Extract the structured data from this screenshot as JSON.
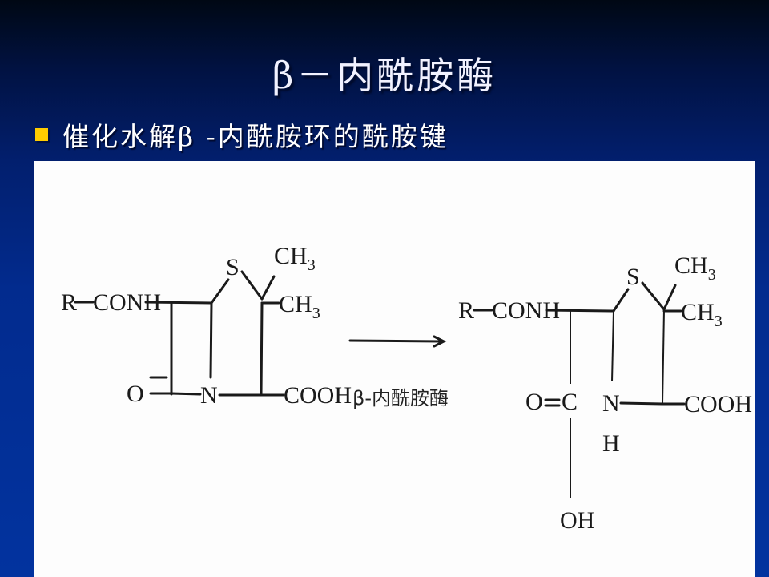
{
  "slide": {
    "title": "β－内酰胺酶",
    "bullets": [
      {
        "icon": "square-bullet-icon",
        "text": "催化水解β -内酰胺环的酰胺键"
      }
    ]
  },
  "figure": {
    "description": "β-lactamase hydrolysis of the β-lactam ring amide bond",
    "reactant": {
      "r_group": "R",
      "conh": "CONH",
      "sulfur": "S",
      "methyl_1": "CH",
      "methyl_1_sub": "3",
      "methyl_2": "CH",
      "methyl_2_sub": "3",
      "carbonyl_oxygen": "O",
      "nitrogen": "N",
      "carboxyl": "COOH"
    },
    "arrow": {
      "enzyme_label": "β-内酰胺酶"
    },
    "product": {
      "r_group": "R",
      "conh": "CONH",
      "sulfur": "S",
      "methyl_1": "CH",
      "methyl_1_sub": "3",
      "methyl_2": "CH",
      "methyl_2_sub": "3",
      "carbonyl_oxygen": "O",
      "carbonyl_carbon": "C",
      "hydroxyl": "OH",
      "nitrogen": "N",
      "amine_h": "H",
      "carboxyl": "COOH"
    }
  },
  "colors": {
    "bullet": "#ffcc00",
    "title_text": "#f2f2ff",
    "background_top": "#000814",
    "background_bottom": "#02339f",
    "panel": "#fdfdfd"
  }
}
